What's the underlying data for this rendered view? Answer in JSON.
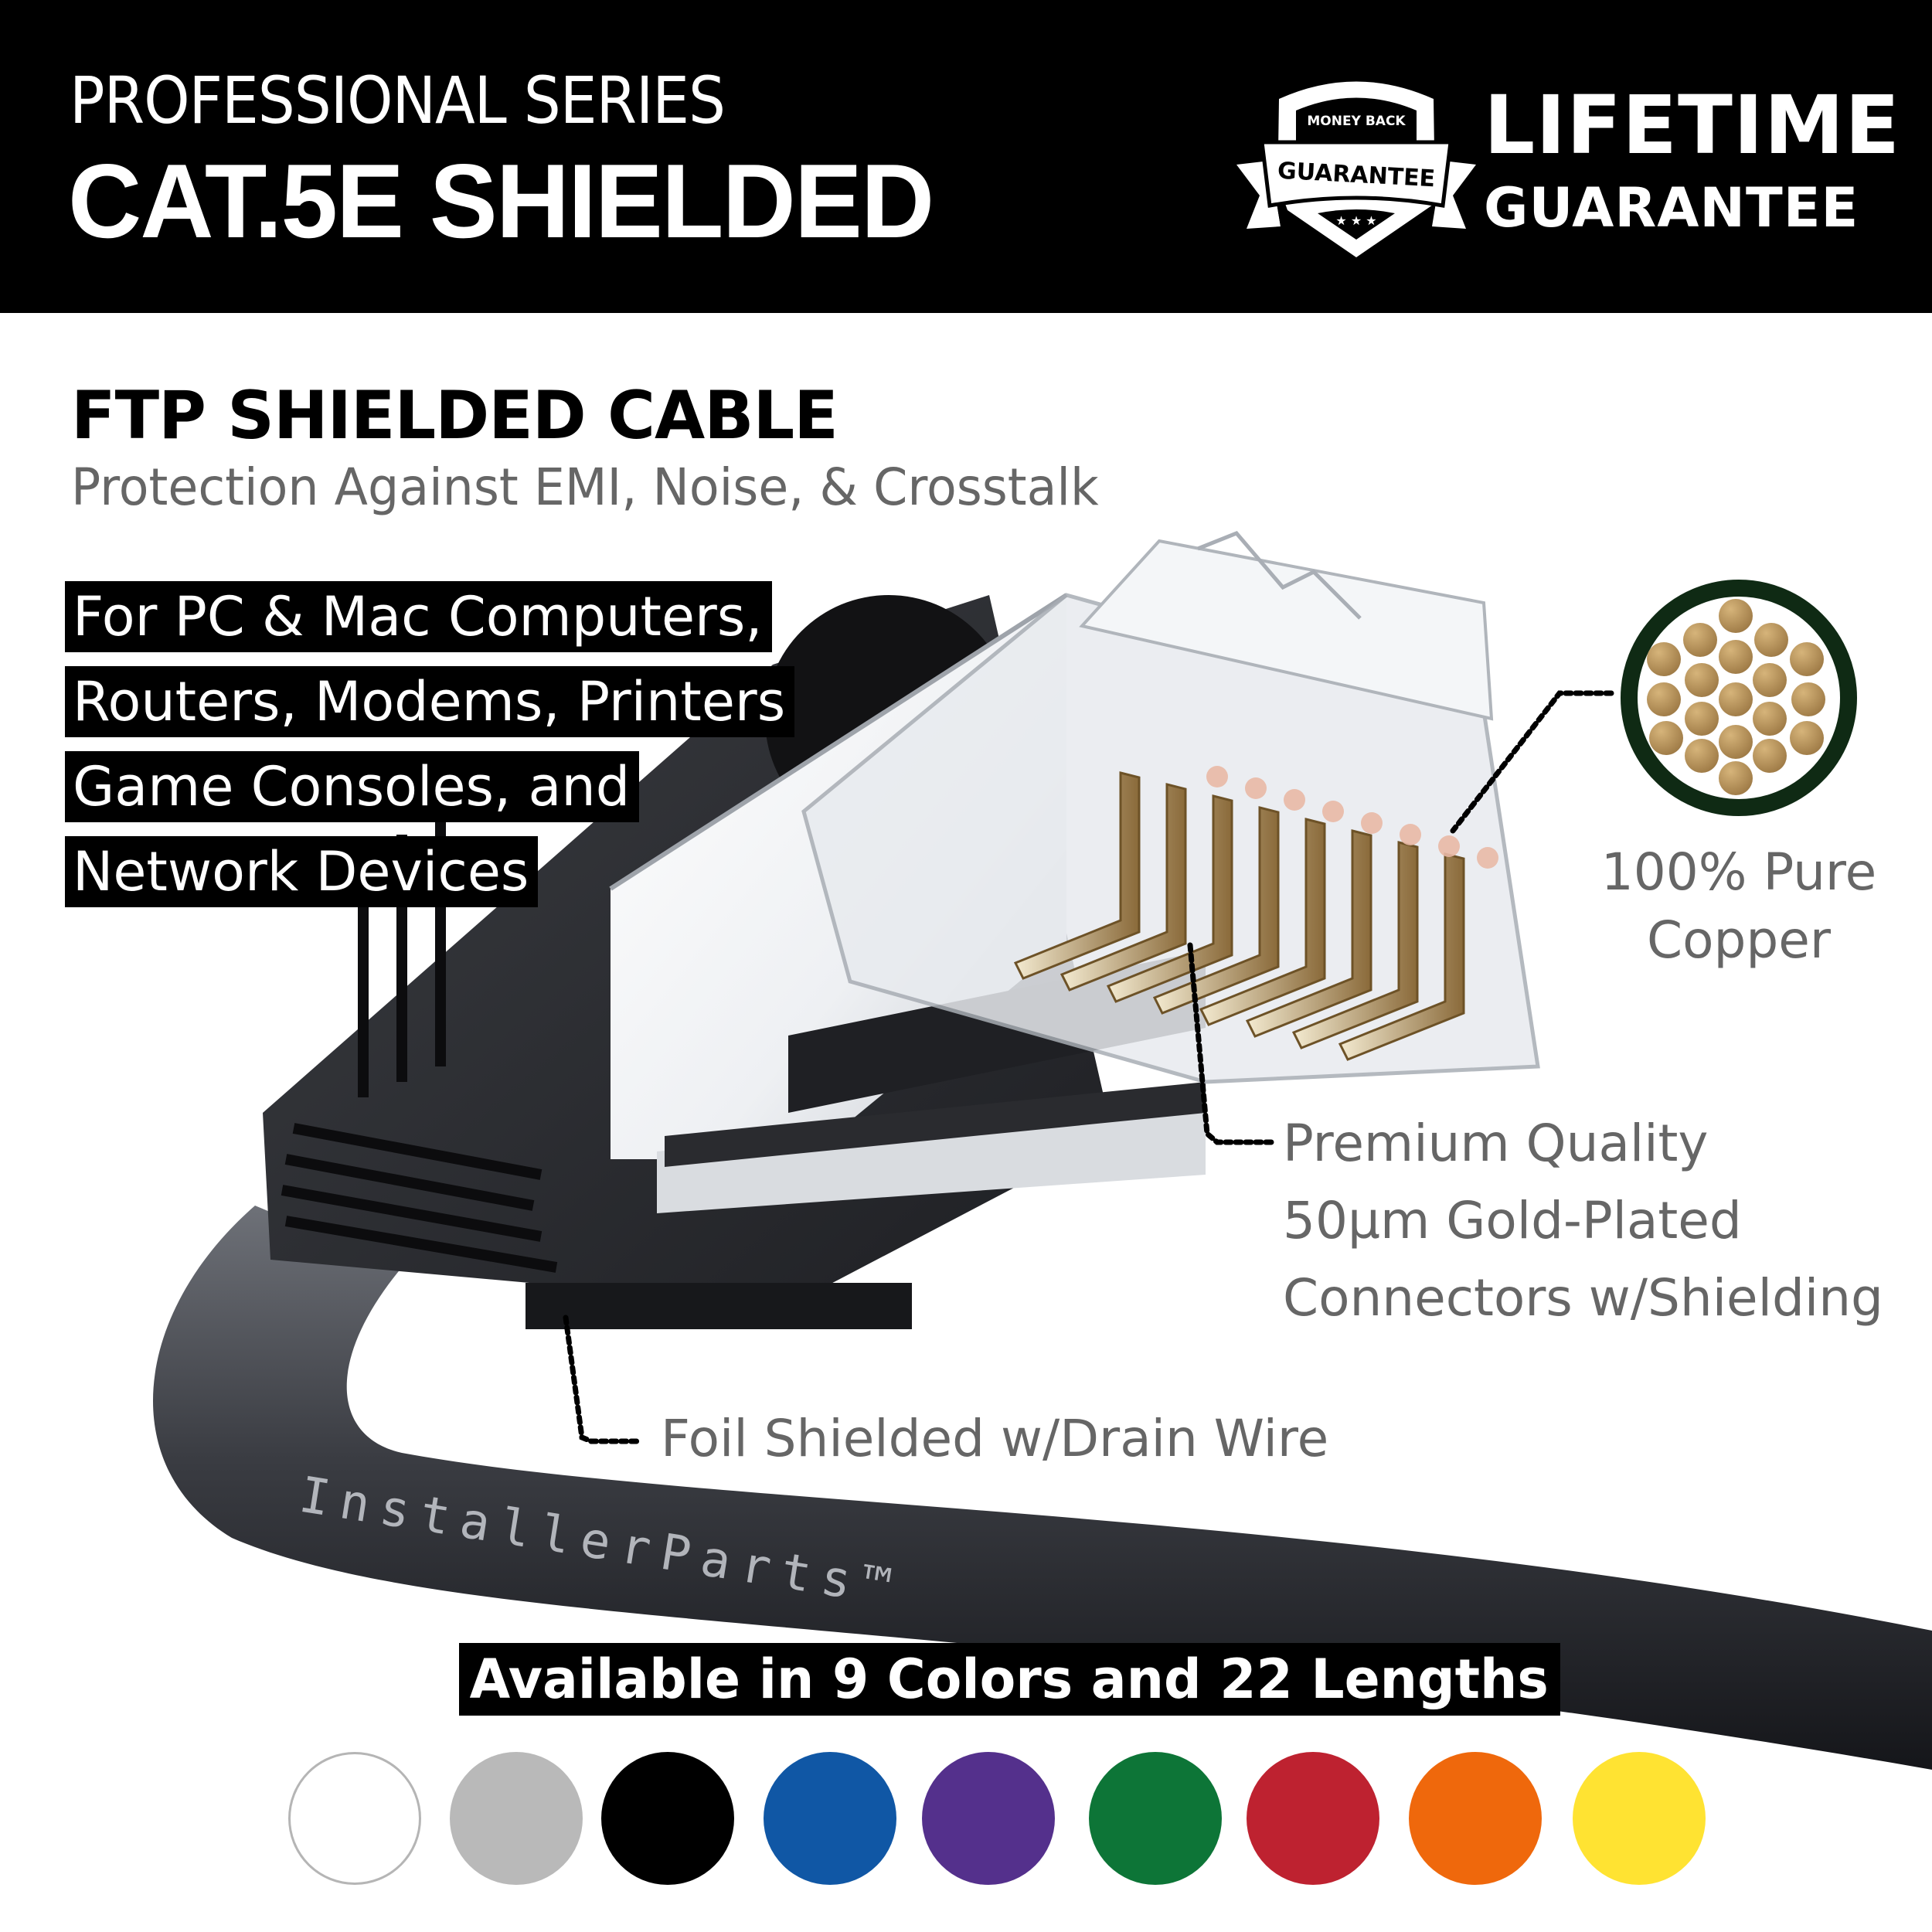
{
  "header": {
    "series": "PROFESSIONAL SERIES",
    "product": "CAT.5E SHIELDED",
    "badge": {
      "icon": "shield-badge-icon",
      "top_text": "MONEY BACK",
      "ribbon_text": "GUARANTEE",
      "stars": "★ ★ ★"
    },
    "guarantee_line1": "LIFETIME",
    "guarantee_line2": "GUARANTEE"
  },
  "section": {
    "title": "FTP SHIELDED CABLE",
    "subtitle": "Protection Against EMI, Noise, & Crosstalk"
  },
  "uses": [
    "For PC & Mac Computers,",
    "Routers, Modems, Printers",
    "Game Consoles, and",
    "Network Devices"
  ],
  "callouts": {
    "copper": {
      "line1": "100% Pure",
      "line2": "Copper",
      "icon": "copper-strand-cross-section-icon"
    },
    "connector": {
      "line1": "Premium Quality",
      "line2": "50µm Gold-Plated",
      "line3": "Connectors w/Shielding"
    },
    "foil": {
      "line1": "Foil Shielded w/Drain Wire"
    }
  },
  "cable_print": "InstallerParts™",
  "availability": {
    "text": "Available in 9 Colors and 22 Lengths",
    "colors": [
      {
        "name": "white",
        "hex": "#ffffff"
      },
      {
        "name": "gray",
        "hex": "#b9b9b9"
      },
      {
        "name": "black",
        "hex": "#000000"
      },
      {
        "name": "blue",
        "hex": "#1057a5"
      },
      {
        "name": "purple",
        "hex": "#54308c"
      },
      {
        "name": "green",
        "hex": "#0d7537"
      },
      {
        "name": "red",
        "hex": "#be2230"
      },
      {
        "name": "orange",
        "hex": "#ef680c"
      },
      {
        "name": "yellow",
        "hex": "#ffe332"
      }
    ]
  },
  "colors": {
    "banner_bg": "#000000",
    "caption_gray": "#666666",
    "copper": "#b08a50",
    "copper_ring": "#0f2a14"
  }
}
